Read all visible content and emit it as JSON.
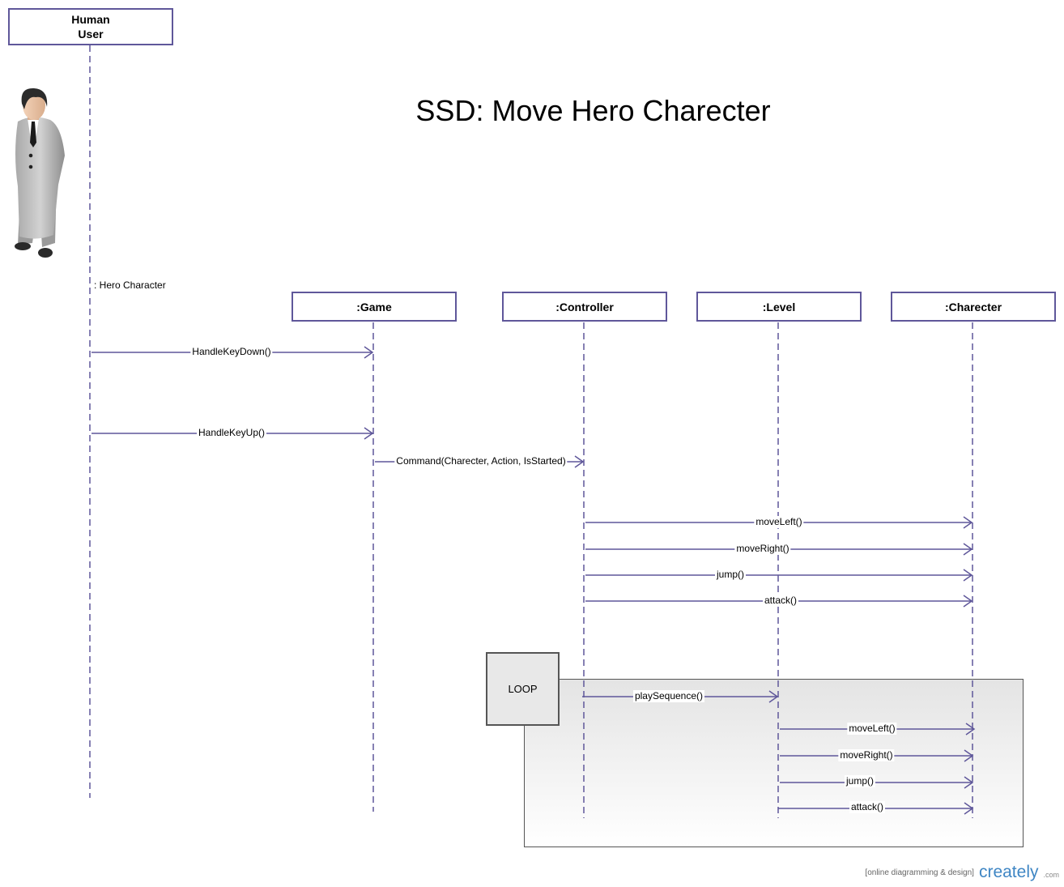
{
  "title": "SSD: Move Hero Charecter",
  "actor": {
    "name_line1": "Human",
    "name_line2": "User",
    "role_label": ": Hero Character",
    "icon": "business-person-icon"
  },
  "lifelines": [
    {
      "label": ":Game"
    },
    {
      "label": ":Controller"
    },
    {
      "label": ":Level"
    },
    {
      "label": ":Charecter"
    }
  ],
  "messages": [
    {
      "label": "HandleKeyDown()",
      "from": "Human User",
      "to": ":Game"
    },
    {
      "label": "HandleKeyUp()",
      "from": "Human User",
      "to": ":Game"
    },
    {
      "label": "Command(Charecter, Action, IsStarted)",
      "from": ":Game",
      "to": ":Controller"
    },
    {
      "label": "moveLeft()",
      "from": ":Controller",
      "to": ":Charecter"
    },
    {
      "label": "moveRight()",
      "from": ":Controller",
      "to": ":Charecter"
    },
    {
      "label": "jump()",
      "from": ":Controller",
      "to": ":Charecter"
    },
    {
      "label": "attack()",
      "from": ":Controller",
      "to": ":Charecter"
    }
  ],
  "loop": {
    "label": "LOOP",
    "messages": [
      {
        "label": "playSequence()",
        "from": ":Controller",
        "to": ":Level"
      },
      {
        "label": "moveLeft()",
        "from": ":Level",
        "to": ":Charecter"
      },
      {
        "label": "moveRight()",
        "from": ":Level",
        "to": ":Charecter"
      },
      {
        "label": "jump()",
        "from": ":Level",
        "to": ":Charecter"
      },
      {
        "label": "attack()",
        "from": ":Level",
        "to": ":Charecter"
      }
    ]
  },
  "footer": {
    "note": "[online diagramming & design]",
    "logo": "creately",
    "suffix": ".com"
  },
  "colors": {
    "line": "#5f579a",
    "logo": "#3f86c4"
  }
}
